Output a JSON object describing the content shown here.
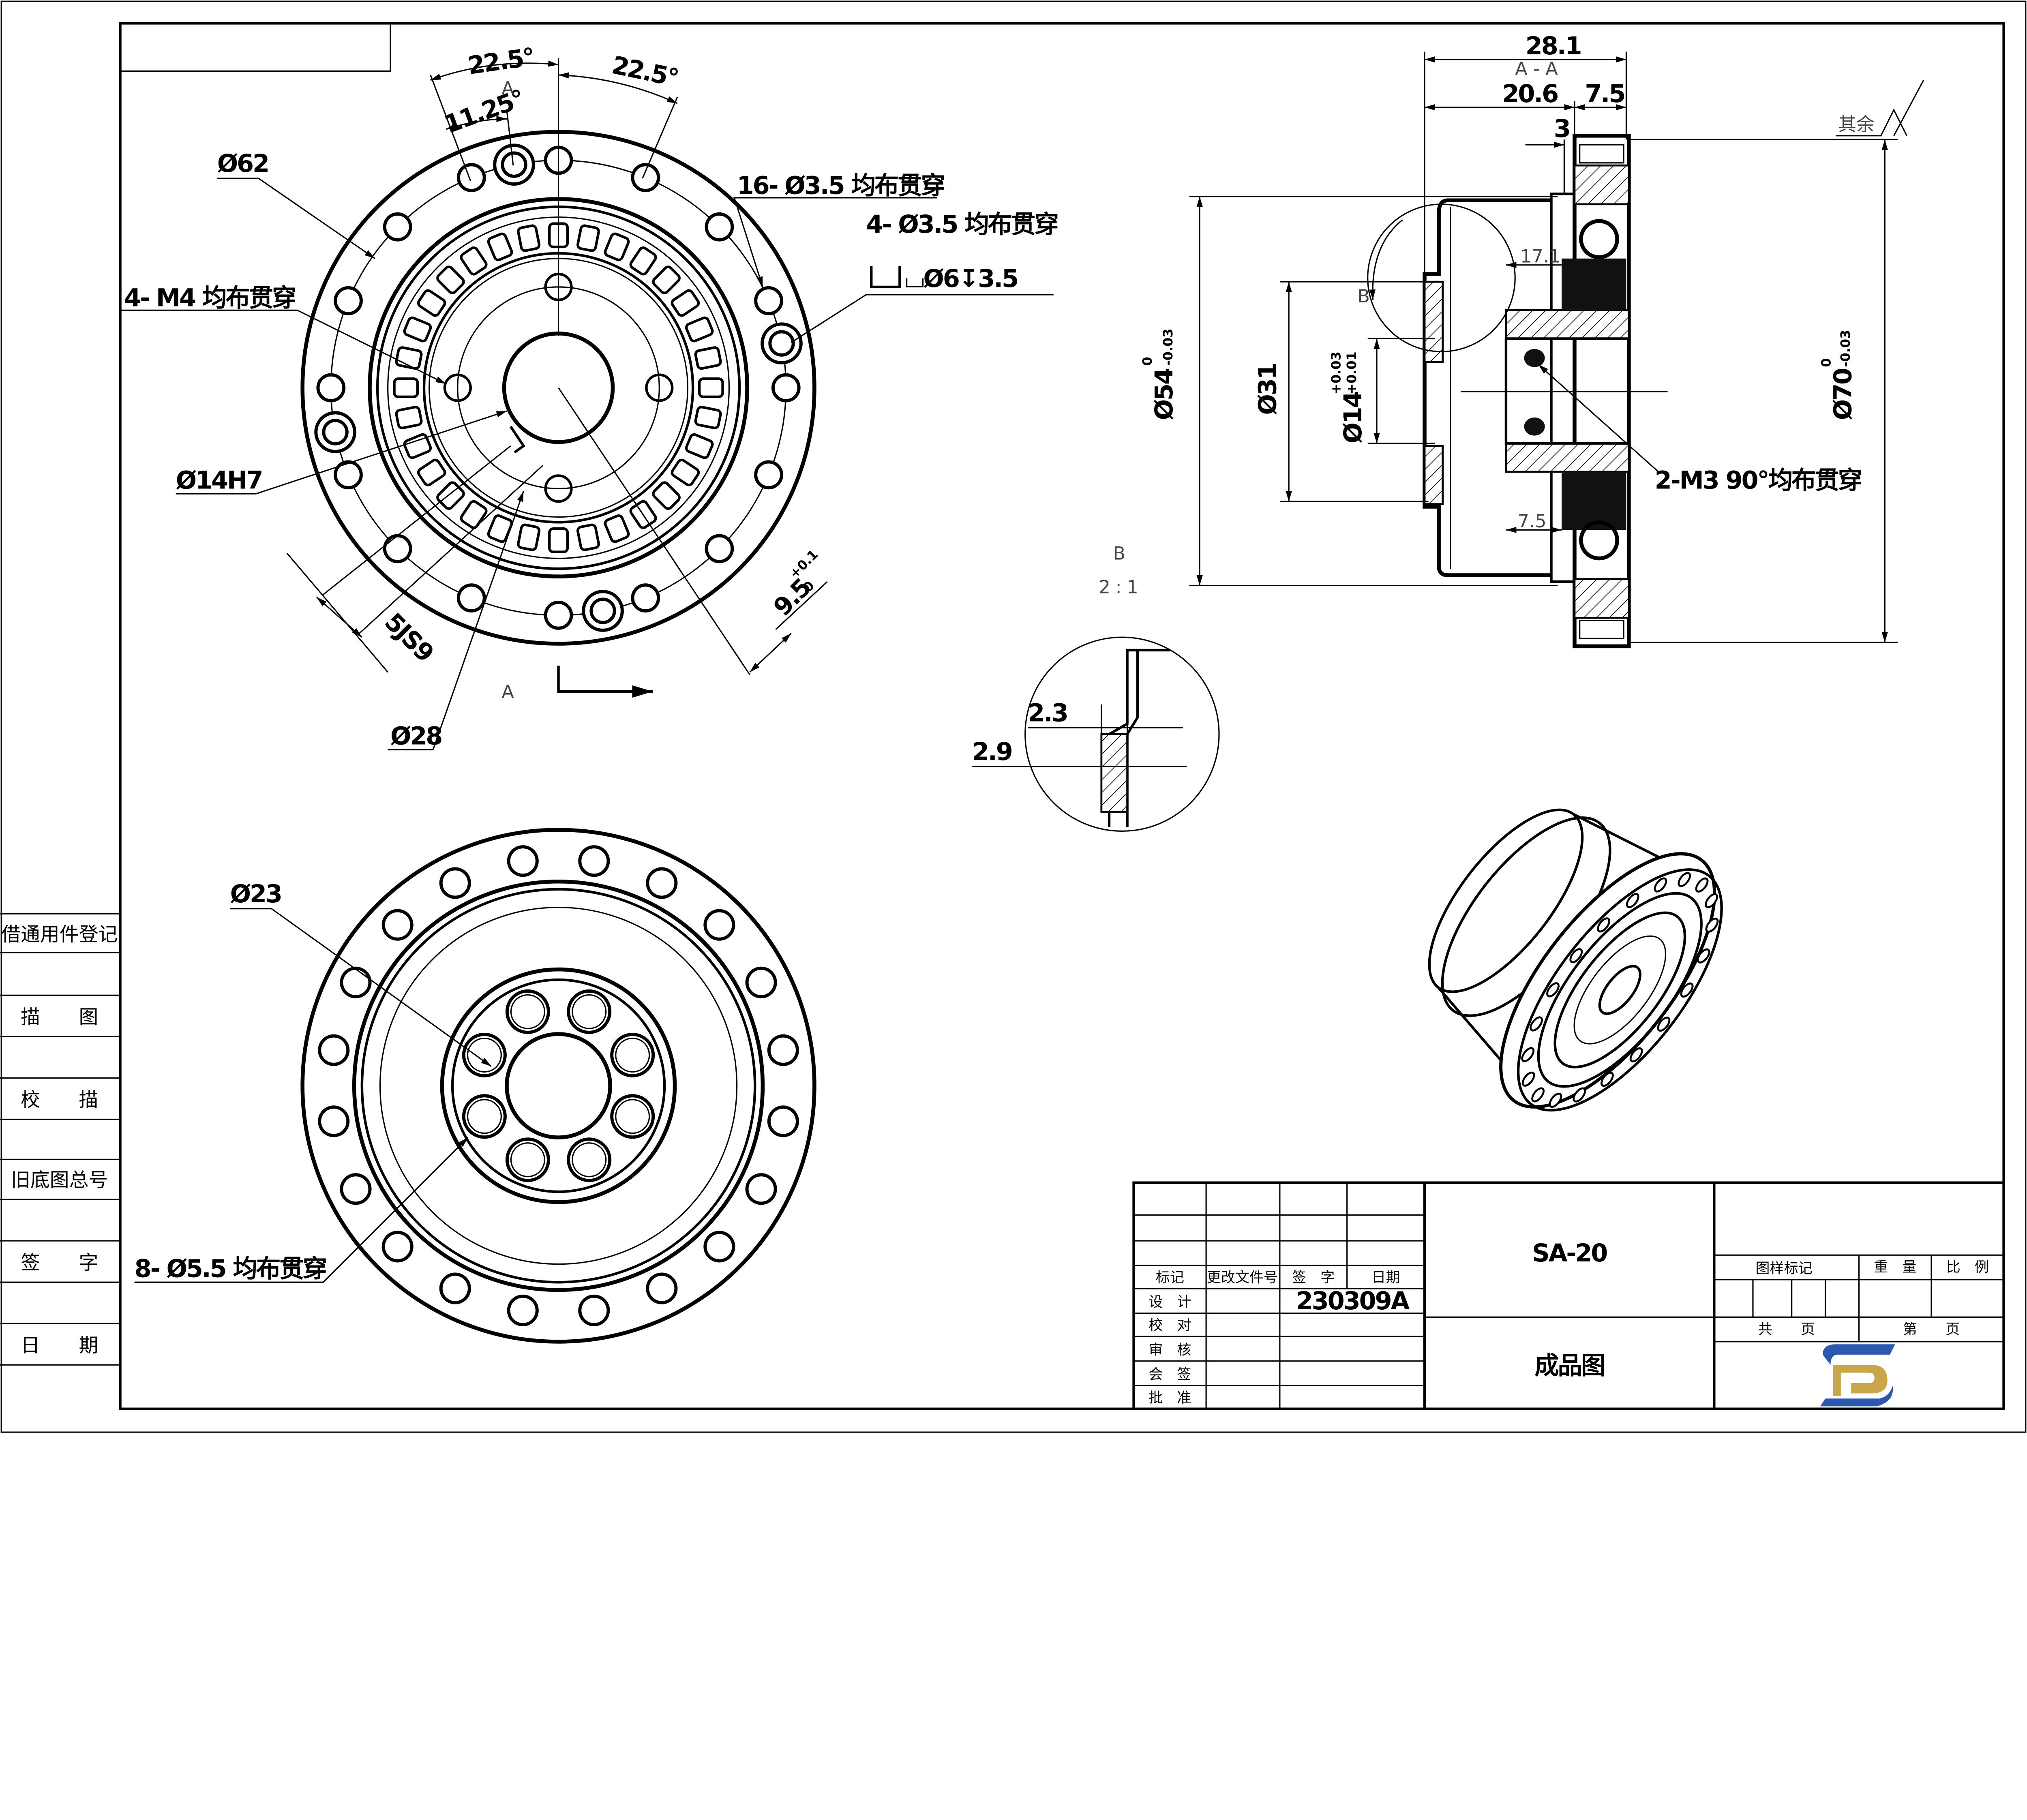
{
  "sidebar": {
    "rows": [
      "借通用件登记",
      "描　　图",
      "校　　描",
      "旧底图总号",
      "签　　字",
      "日　　期"
    ]
  },
  "front_view": {
    "angle_left": "22.5°",
    "angle_right": "22.5°",
    "angle_half": "11.25°",
    "section_mark_top": "A",
    "section_mark_bottom": "A",
    "dia_62": "Ø62",
    "holes_16": "16- Ø3.5 均布贯穿",
    "holes_4": "4- Ø3.5 均布贯穿",
    "counterbore": "⌴Ø6↧3.5",
    "m4_holes": "4- M4 均布贯穿",
    "bore": "Ø14H7",
    "keyway_width": "5JS9",
    "keyway_depth": "9.5",
    "keyway_tol_upper": "+0.1",
    "keyway_tol_lower": "0",
    "dia_28": "Ø28"
  },
  "back_view": {
    "dia_23": "Ø23",
    "holes_8": "8- Ø5.5 均布贯穿"
  },
  "section_view": {
    "title": "A - A",
    "overall_length": "28.1",
    "len_20_6": "20.6",
    "len_7_5": "7.5",
    "len_3": "3",
    "surface_note": "其余",
    "len_17_1": "17.1",
    "len_7_5_inner": "7.5",
    "detail_ref": "B",
    "dia_54": "Ø54",
    "dia_54_tol_upper": "0",
    "dia_54_tol_lower": "-0.03",
    "dia_31": "Ø31",
    "dia_14": "Ø14",
    "dia_14_tol_upper": "+0.03",
    "dia_14_tol_lower": "+0.01",
    "dia_70": "Ø70",
    "dia_70_tol_upper": "0",
    "dia_70_tol_lower": "-0.03",
    "m3_holes": "2-M3 90°均布贯穿"
  },
  "detail_view": {
    "label": "B",
    "scale": "2:1",
    "dim_2_3": "2.3",
    "dim_2_9": "2.9"
  },
  "title_block": {
    "part_number": "SA-20",
    "drawing_name": "成品图",
    "drawing_code": "230309A",
    "h_mark": "标记",
    "h_change_doc": "更改文件号",
    "h_sign": "签　字",
    "h_date": "日期",
    "design": "设　计",
    "check": "校　对",
    "review": "审　核",
    "countersign": "会　签",
    "approve": "批　准",
    "drawing_mark": "图样标记",
    "weight": "重　量",
    "scale": "比　例",
    "total_pages": "共　　页",
    "page_no": "第　　页"
  },
  "colors": {
    "logo_blue": "#2b59b0",
    "logo_gold": "#c9a64a"
  }
}
